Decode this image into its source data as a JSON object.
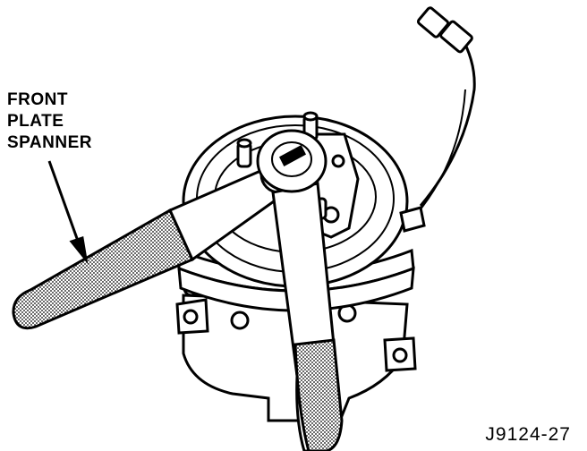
{
  "callout": {
    "lines": [
      "FRONT",
      "PLATE",
      "SPANNER"
    ]
  },
  "figure_id": "J9124-27",
  "colors": {
    "ink": "#000000",
    "paper": "#ffffff",
    "stipple": "#9a9a9a"
  }
}
